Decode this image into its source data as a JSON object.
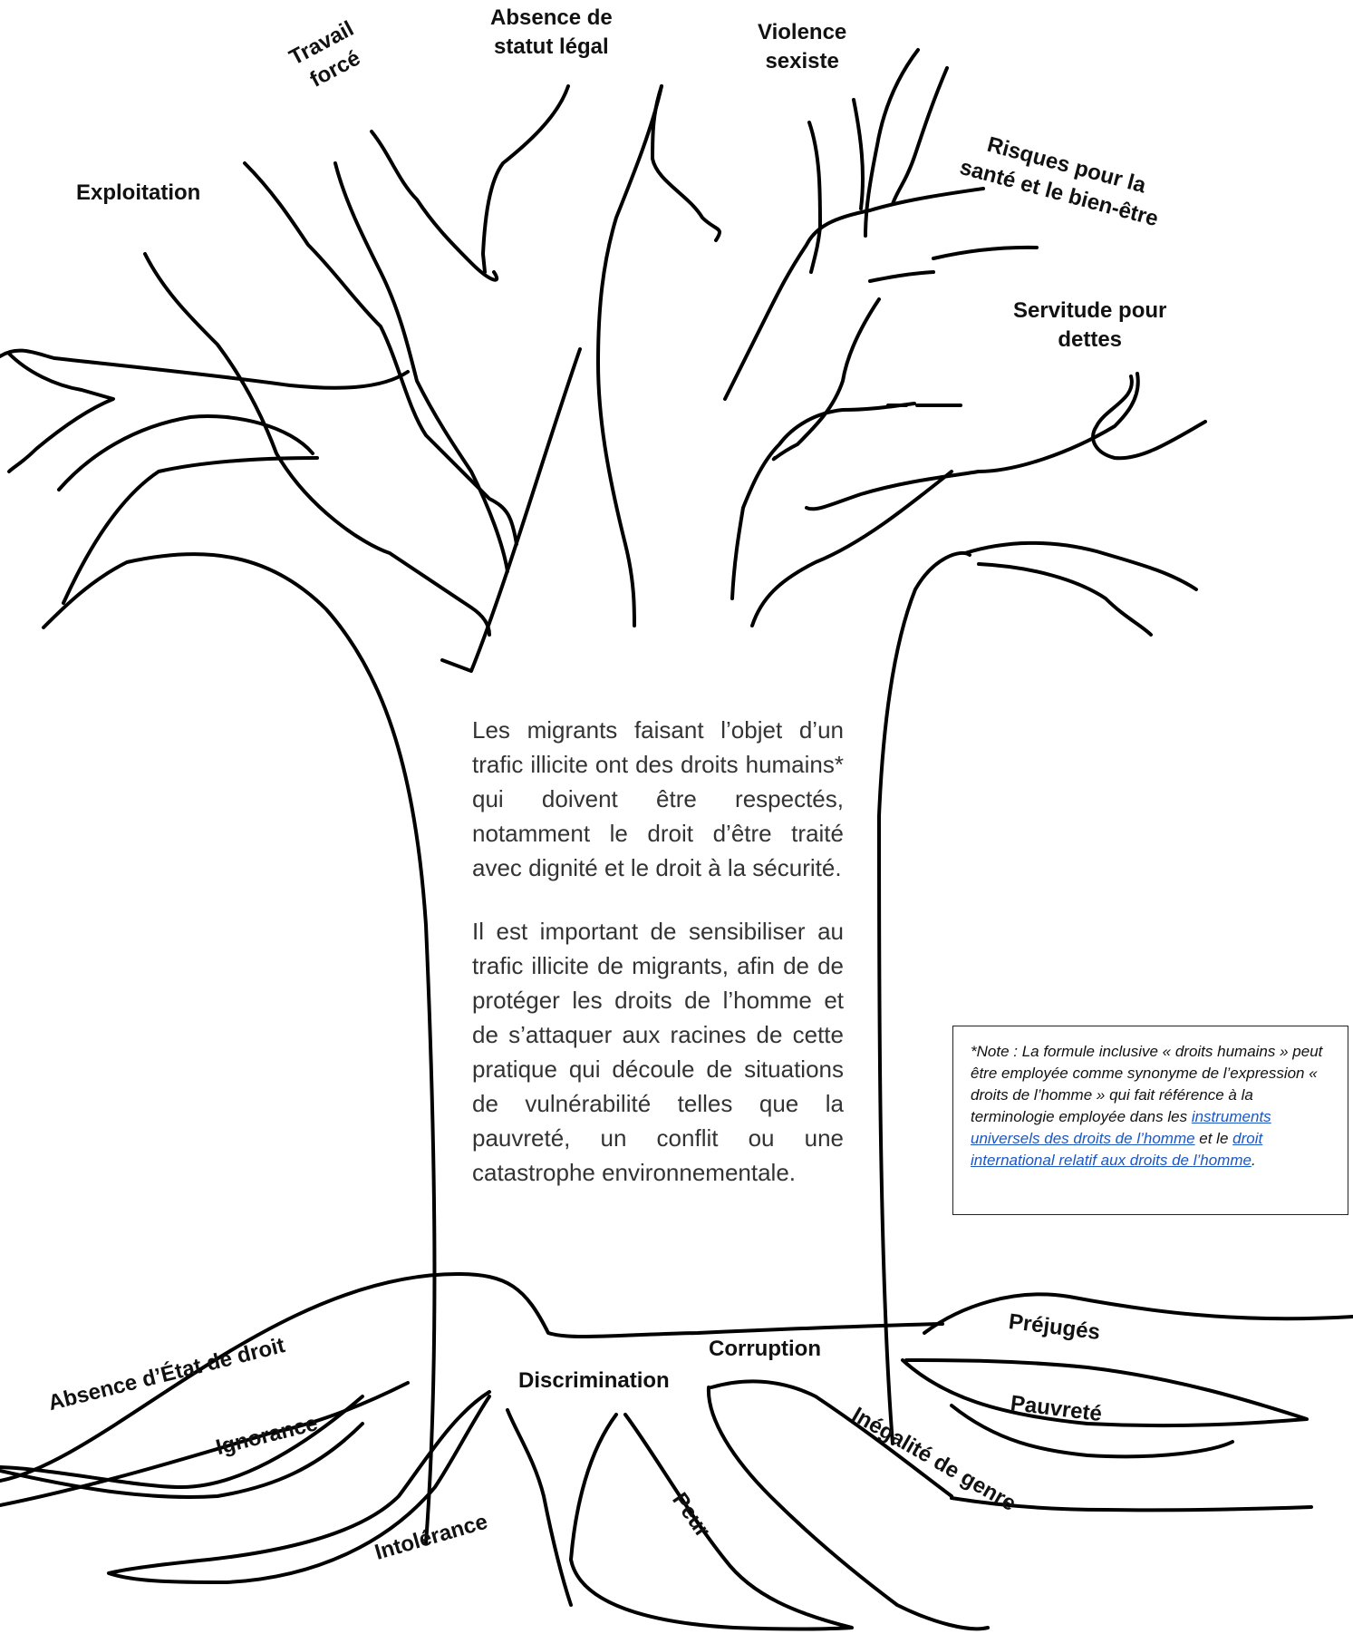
{
  "branch_labels": {
    "exploitation": "Exploitation",
    "travail_force": [
      "Travail",
      "forcé"
    ],
    "absence_statut": [
      "Absence de",
      "statut légal"
    ],
    "violence": [
      "Violence",
      "sexiste"
    ],
    "risques": [
      "Risques pour la",
      "santé et le bien-être"
    ],
    "servitude": [
      "Servitude pour",
      "dettes"
    ]
  },
  "root_labels": {
    "absence_etat": "Absence d’État de droit",
    "ignorance": "Ignorance",
    "intolerance": "Intolérance",
    "discrimination": "Discrimination",
    "corruption": "Corruption",
    "peur": "Peur",
    "prejuges": "Préjugés",
    "pauvrete": "Pauvreté",
    "inegalite": "Inégalité de genre"
  },
  "trunk_text": {
    "paragraph1": "Les migrants faisant l’objet d’un trafic illicite ont des droits humains* qui doivent être respectés, notamment le droit d’être traité avec dignité et le droit à la sécurité.",
    "paragraph2": "Il est important de sensibiliser au trafic illicite de migrants, afin de de protéger les droits de l’homme et de s’attaquer aux racines de cette pratique qui découle de situations de vulnérabilité telles que la pauvreté, un conflit ou une catastrophe environnementale."
  },
  "note": {
    "intro": "*Note : La formule inclusive « droits humains » peut être employée comme synonyme de l’expression « droits de l’homme » qui fait référence à la terminologie employée dans les ",
    "link1": "instruments universels des droits de l’homme",
    "middle": " et le ",
    "link2": "droit international relatif aux droits de l’homme",
    "end": "."
  }
}
